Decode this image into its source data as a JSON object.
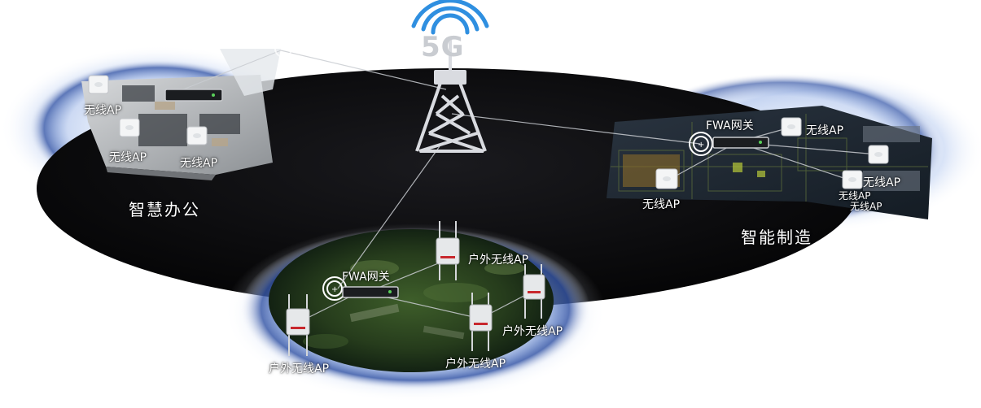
{
  "tower_label": "5G",
  "zones": {
    "office": "智慧办公",
    "manufacturing": "智能制造"
  },
  "office": {
    "ap_labels": [
      "无线AP",
      "无线AP",
      "无线AP"
    ]
  },
  "factory": {
    "gateway_label": "FWA网关",
    "ap_labels": [
      "无线AP",
      "无线AP",
      "无线AP",
      "无线AP",
      "无线AP"
    ]
  },
  "outdoor": {
    "gateway_label": "FWA网关",
    "ap_labels": [
      "户外无线AP",
      "户外无线AP",
      "户外无线AP",
      "户外无线AP"
    ]
  },
  "colors": {
    "dark_disc": "#0b0b0d",
    "halo_blue": "#5a7fd0",
    "tower": "#d9dbe0",
    "signal_blue": "#2f8fe0"
  },
  "icons": [
    "5g-signal-icon",
    "cell-tower-icon",
    "access-point-icon",
    "gateway-router-icon",
    "outdoor-antenna-ap-icon",
    "signal-ring-icon"
  ]
}
